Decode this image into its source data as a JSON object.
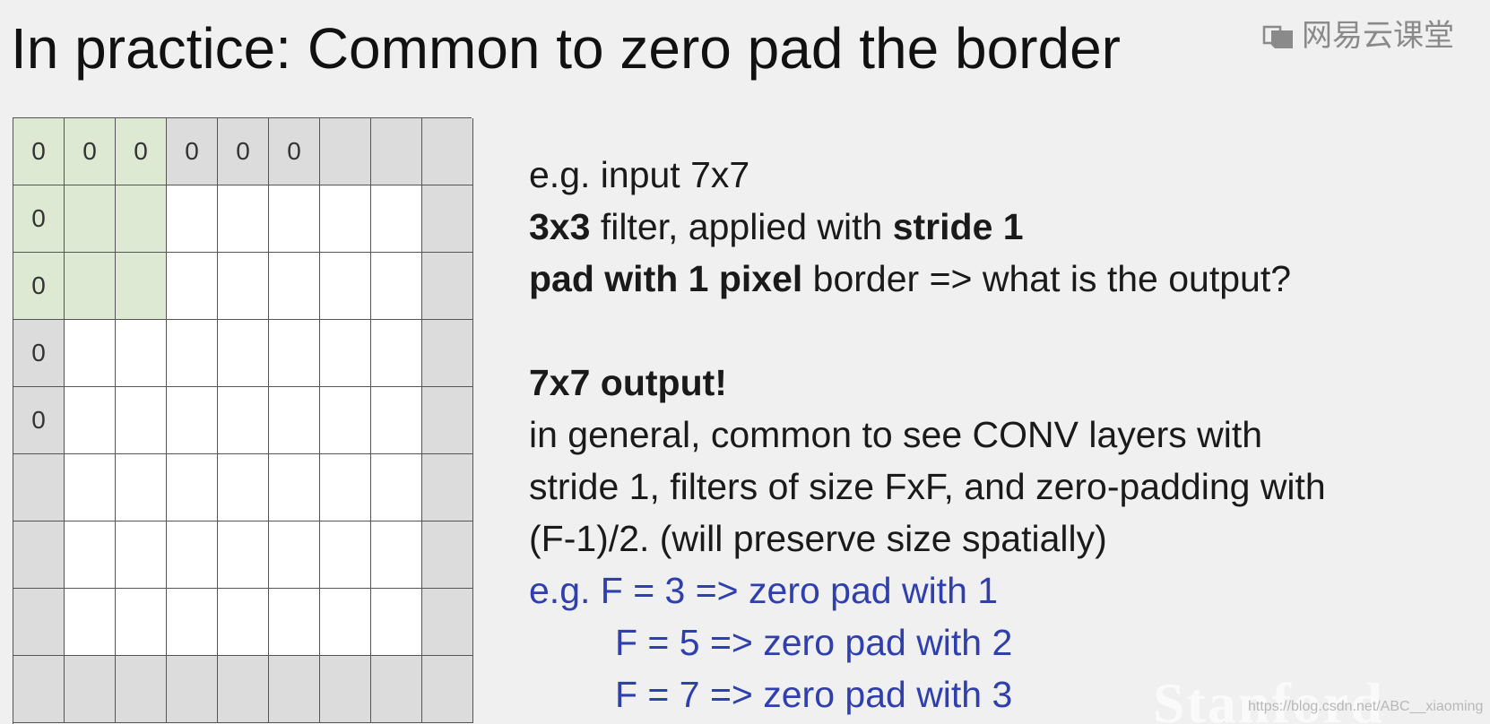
{
  "title": "In practice: Common to zero pad the border",
  "watermark": {
    "text": "网易云课堂",
    "icon": "netease-classroom-icon"
  },
  "grid": {
    "rows": 9,
    "cols": 9,
    "zero_cells": [
      [
        0,
        0
      ],
      [
        0,
        1
      ],
      [
        0,
        2
      ],
      [
        0,
        3
      ],
      [
        0,
        4
      ],
      [
        0,
        5
      ],
      [
        1,
        0
      ],
      [
        2,
        0
      ],
      [
        3,
        0
      ],
      [
        4,
        0
      ]
    ],
    "filter_cells": [
      [
        0,
        0
      ],
      [
        0,
        1
      ],
      [
        0,
        2
      ],
      [
        1,
        0
      ],
      [
        1,
        1
      ],
      [
        1,
        2
      ],
      [
        2,
        0
      ],
      [
        2,
        1
      ],
      [
        2,
        2
      ]
    ],
    "zero_label": "0"
  },
  "content": {
    "line1": "e.g. input 7x7",
    "line2_bold": "3x3",
    "line2_mid": " filter, applied with ",
    "line2_bold2": "stride 1",
    "line3_bold": "pad with 1 pixel",
    "line3_rest": " border => what is the output?",
    "line4_bold": "7x7 output!",
    "line5": "in general, common to see CONV layers with",
    "line6": "stride 1, filters of size FxF, and zero-padding with",
    "line7": "(F-1)/2. (will preserve size spatially)",
    "examples": [
      "e.g. F = 3 => zero pad with 1",
      "F = 5 => zero pad with 2",
      "F = 7 => zero pad with 3"
    ]
  },
  "stanford_mark": "Stanford",
  "source_url": "https://blog.csdn.net/ABC__xiaoming",
  "colors": {
    "padding": "#dcdcdc",
    "filter": "#dde9d2",
    "inner": "#ffffff",
    "examples": "#2f3fae"
  }
}
